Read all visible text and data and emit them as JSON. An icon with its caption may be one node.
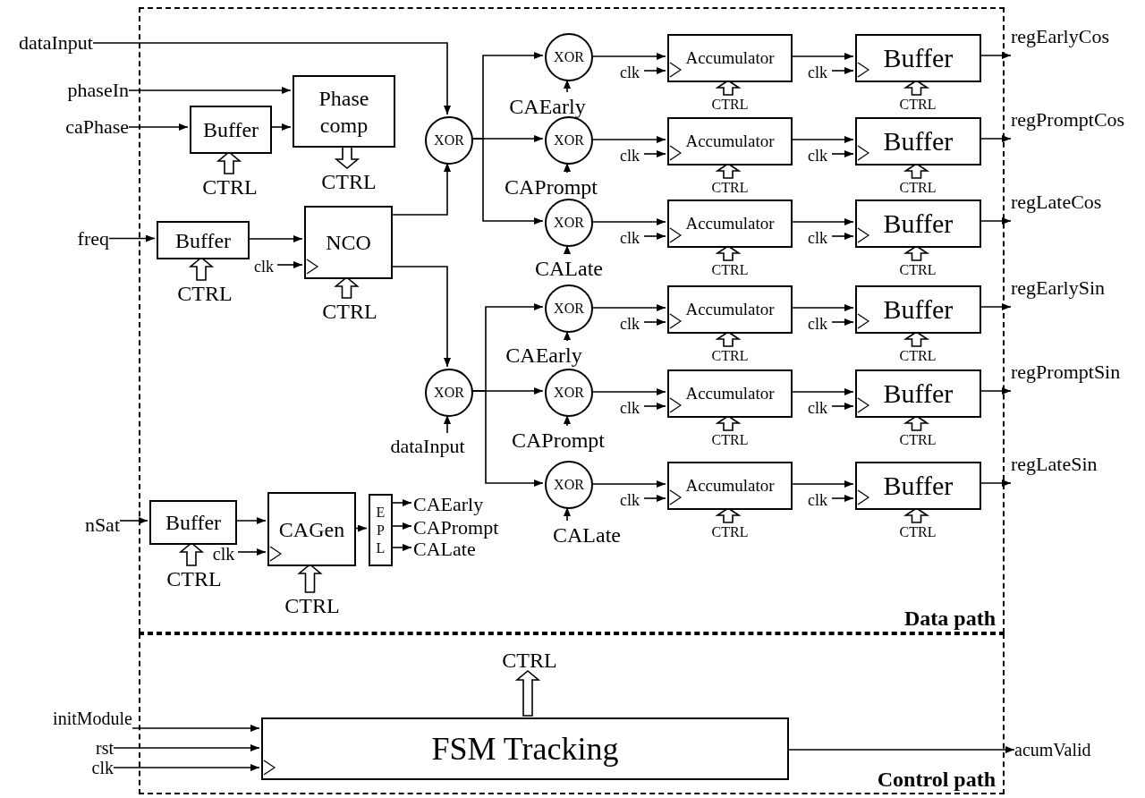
{
  "diagram": {
    "nodes": [
      {
        "text": [
          "Data path"
        ]
      },
      {
        "text": [
          "dataInput"
        ]
      },
      {
        "text": [
          "phaseIn"
        ]
      },
      {
        "text": [
          "caPhase"
        ]
      },
      {
        "text": [
          "Buffer"
        ],
        "in": 0
      },
      {
        "text": [
          "Phase comp"
        ],
        "in": 0
      },
      {
        "text": [
          "CTRL"
        ],
        "in": 0
      },
      {
        "text": [
          "CTRL"
        ],
        "in": 0
      },
      {
        "text": [
          "freq"
        ]
      },
      {
        "text": [
          "Buffer"
        ],
        "in": 0
      },
      {
        "text": [
          "NCO"
        ],
        "in": 0
      },
      {
        "text": [
          "clk"
        ],
        "in": 0
      },
      {
        "text": [
          "CTRL"
        ],
        "in": 0
      },
      {
        "text": [
          "CTRL"
        ],
        "in": 0
      },
      {
        "text": [
          "XOR"
        ],
        "in": 0
      },
      {
        "text": [
          "XOR"
        ],
        "in": 0
      },
      {
        "text": [
          "CAEarly"
        ],
        "in": 0
      },
      {
        "text": [
          "Accumulator"
        ],
        "in": 0
      },
      {
        "text": [
          "clk"
        ],
        "in": 0
      },
      {
        "text": [
          "CTRL"
        ],
        "in": 0
      },
      {
        "text": [
          "Buffer"
        ],
        "in": 0
      },
      {
        "text": [
          "clk"
        ],
        "in": 0
      },
      {
        "text": [
          "CTRL"
        ],
        "in": 0
      },
      {
        "text": [
          "regEarlyCos"
        ]
      },
      {
        "text": [
          "XOR"
        ],
        "in": 0
      },
      {
        "text": [
          "CAPrompt"
        ],
        "in": 0
      },
      {
        "text": [
          "Accumulator"
        ],
        "in": 0
      },
      {
        "text": [
          "clk"
        ],
        "in": 0
      },
      {
        "text": [
          "CTRL"
        ],
        "in": 0
      },
      {
        "text": [
          "Buffer"
        ],
        "in": 0
      },
      {
        "text": [
          "clk"
        ],
        "in": 0
      },
      {
        "text": [
          "CTRL"
        ],
        "in": 0
      },
      {
        "text": [
          "regPromptCos"
        ]
      },
      {
        "text": [
          "XOR"
        ],
        "in": 0
      },
      {
        "text": [
          "CALate"
        ],
        "in": 0
      },
      {
        "text": [
          "Accumulator"
        ],
        "in": 0
      },
      {
        "text": [
          "clk"
        ],
        "in": 0
      },
      {
        "text": [
          "CTRL"
        ],
        "in": 0
      },
      {
        "text": [
          "Buffer"
        ],
        "in": 0
      },
      {
        "text": [
          "clk"
        ],
        "in": 0
      },
      {
        "text": [
          "CTRL"
        ],
        "in": 0
      },
      {
        "text": [
          "regLateCos"
        ]
      },
      {
        "text": [
          "XOR"
        ],
        "in": 0
      },
      {
        "text": [
          "dataInput"
        ],
        "in": 0
      },
      {
        "text": [
          "XOR"
        ],
        "in": 0
      },
      {
        "text": [
          "CAEarly"
        ],
        "in": 0
      },
      {
        "text": [
          "Accumulator"
        ],
        "in": 0
      },
      {
        "text": [
          "clk"
        ],
        "in": 0
      },
      {
        "text": [
          "CTRL"
        ],
        "in": 0
      },
      {
        "text": [
          "Buffer"
        ],
        "in": 0
      },
      {
        "text": [
          "clk"
        ],
        "in": 0
      },
      {
        "text": [
          "CTRL"
        ],
        "in": 0
      },
      {
        "text": [
          "regEarlySin"
        ]
      },
      {
        "text": [
          "XOR"
        ],
        "in": 0
      },
      {
        "text": [
          "CAPrompt"
        ],
        "in": 0
      },
      {
        "text": [
          "Accumulator"
        ],
        "in": 0
      },
      {
        "text": [
          "clk"
        ],
        "in": 0
      },
      {
        "text": [
          "CTRL"
        ],
        "in": 0
      },
      {
        "text": [
          "Buffer"
        ],
        "in": 0
      },
      {
        "text": [
          "clk"
        ],
        "in": 0
      },
      {
        "text": [
          "CTRL"
        ],
        "in": 0
      },
      {
        "text": [
          "regPromptSin"
        ]
      },
      {
        "text": [
          "XOR"
        ],
        "in": 0
      },
      {
        "text": [
          "CALate"
        ],
        "in": 0
      },
      {
        "text": [
          "Accumulator"
        ],
        "in": 0
      },
      {
        "text": [
          "clk"
        ],
        "in": 0
      },
      {
        "text": [
          "CTRL"
        ],
        "in": 0
      },
      {
        "text": [
          "Buffer"
        ],
        "in": 0
      },
      {
        "text": [
          "clk"
        ],
        "in": 0
      },
      {
        "text": [
          "CTRL"
        ],
        "in": 0
      },
      {
        "text": [
          "regLateSin"
        ]
      },
      {
        "text": [
          "nSat"
        ]
      },
      {
        "text": [
          "Buffer"
        ],
        "in": 0
      },
      {
        "text": [
          "CAGen"
        ],
        "in": 0
      },
      {
        "text": [
          "clk"
        ],
        "in": 0
      },
      {
        "text": [
          "CTRL"
        ],
        "in": 0
      },
      {
        "text": [
          "CTRL"
        ],
        "in": 0
      },
      {
        "text": [
          "E P L"
        ],
        "in": 0
      },
      {
        "text": [
          "CAEarly"
        ],
        "in": 0
      },
      {
        "text": [
          "CAPrompt"
        ],
        "in": 0
      },
      {
        "text": [
          "CALate"
        ],
        "in": 0
      },
      {
        "text": [
          "Control path"
        ]
      },
      {
        "text": [
          "CTRL"
        ],
        "in": 81
      },
      {
        "text": [
          "initModule"
        ]
      },
      {
        "text": [
          "rst"
        ]
      },
      {
        "text": [
          "clk"
        ]
      },
      {
        "text": [
          "FSM Tracking"
        ],
        "in": 81
      },
      {
        "text": [
          "acumValid"
        ]
      }
    ],
    "edges": [
      {
        "from": 1,
        "to": 14,
        "arrow": "to"
      },
      {
        "from": 2,
        "to": 5,
        "arrow": "to"
      },
      {
        "from": 3,
        "to": 4,
        "arrow": "to"
      },
      {
        "from": 4,
        "to": 5,
        "arrow": "to"
      },
      {
        "from": 6,
        "to": 4,
        "arrow": "to",
        "style": "thick"
      },
      {
        "from": 5,
        "to": 7,
        "arrow": "to",
        "style": "thick"
      },
      {
        "from": 8,
        "to": 9,
        "arrow": "to"
      },
      {
        "from": 9,
        "to": 10,
        "arrow": "to"
      },
      {
        "from": 11,
        "to": 10,
        "arrow": "to"
      },
      {
        "from": 12,
        "to": 9,
        "arrow": "to",
        "style": "thick"
      },
      {
        "from": 13,
        "to": 10,
        "arrow": "to",
        "style": "thick"
      },
      {
        "from": 10,
        "to": 14,
        "arrow": "to"
      },
      {
        "from": 10,
        "to": 42,
        "arrow": "to"
      },
      {
        "from": 14,
        "to": 15,
        "arrow": "to"
      },
      {
        "from": 14,
        "to": 24,
        "arrow": "to"
      },
      {
        "from": 14,
        "to": 33,
        "arrow": "to"
      },
      {
        "from": 16,
        "to": 15,
        "arrow": "to"
      },
      {
        "from": 15,
        "to": 17,
        "arrow": "to"
      },
      {
        "from": 18,
        "to": 17,
        "arrow": "to"
      },
      {
        "from": 19,
        "to": 17,
        "arrow": "to",
        "style": "thick"
      },
      {
        "from": 17,
        "to": 20,
        "arrow": "to"
      },
      {
        "from": 21,
        "to": 20,
        "arrow": "to"
      },
      {
        "from": 22,
        "to": 20,
        "arrow": "to",
        "style": "thick"
      },
      {
        "from": 20,
        "to": 23,
        "arrow": "to"
      },
      {
        "from": 25,
        "to": 24,
        "arrow": "to"
      },
      {
        "from": 24,
        "to": 26,
        "arrow": "to"
      },
      {
        "from": 27,
        "to": 26,
        "arrow": "to"
      },
      {
        "from": 28,
        "to": 26,
        "arrow": "to",
        "style": "thick"
      },
      {
        "from": 26,
        "to": 29,
        "arrow": "to"
      },
      {
        "from": 30,
        "to": 29,
        "arrow": "to"
      },
      {
        "from": 31,
        "to": 29,
        "arrow": "to",
        "style": "thick"
      },
      {
        "from": 29,
        "to": 32,
        "arrow": "to"
      },
      {
        "from": 34,
        "to": 33,
        "arrow": "to"
      },
      {
        "from": 33,
        "to": 35,
        "arrow": "to"
      },
      {
        "from": 36,
        "to": 35,
        "arrow": "to"
      },
      {
        "from": 37,
        "to": 35,
        "arrow": "to",
        "style": "thick"
      },
      {
        "from": 35,
        "to": 38,
        "arrow": "to"
      },
      {
        "from": 39,
        "to": 38,
        "arrow": "to"
      },
      {
        "from": 40,
        "to": 38,
        "arrow": "to",
        "style": "thick"
      },
      {
        "from": 38,
        "to": 41,
        "arrow": "to"
      },
      {
        "from": 43,
        "to": 42,
        "arrow": "to"
      },
      {
        "from": 42,
        "to": 44,
        "arrow": "to"
      },
      {
        "from": 42,
        "to": 53,
        "arrow": "to"
      },
      {
        "from": 42,
        "to": 62,
        "arrow": "to"
      },
      {
        "from": 45,
        "to": 44,
        "arrow": "to"
      },
      {
        "from": 44,
        "to": 46,
        "arrow": "to"
      },
      {
        "from": 47,
        "to": 46,
        "arrow": "to"
      },
      {
        "from": 48,
        "to": 46,
        "arrow": "to",
        "style": "thick"
      },
      {
        "from": 46,
        "to": 49,
        "arrow": "to"
      },
      {
        "from": 50,
        "to": 49,
        "arrow": "to"
      },
      {
        "from": 51,
        "to": 49,
        "arrow": "to",
        "style": "thick"
      },
      {
        "from": 49,
        "to": 52,
        "arrow": "to"
      },
      {
        "from": 54,
        "to": 53,
        "arrow": "to"
      },
      {
        "from": 53,
        "to": 55,
        "arrow": "to"
      },
      {
        "from": 56,
        "to": 55,
        "arrow": "to"
      },
      {
        "from": 57,
        "to": 55,
        "arrow": "to",
        "style": "thick"
      },
      {
        "from": 55,
        "to": 58,
        "arrow": "to"
      },
      {
        "from": 59,
        "to": 58,
        "arrow": "to"
      },
      {
        "from": 60,
        "to": 58,
        "arrow": "to",
        "style": "thick"
      },
      {
        "from": 58,
        "to": 61,
        "arrow": "to"
      },
      {
        "from": 63,
        "to": 62,
        "arrow": "to"
      },
      {
        "from": 62,
        "to": 64,
        "arrow": "to"
      },
      {
        "from": 65,
        "to": 64,
        "arrow": "to"
      },
      {
        "from": 66,
        "to": 64,
        "arrow": "to",
        "style": "thick"
      },
      {
        "from": 64,
        "to": 67,
        "arrow": "to"
      },
      {
        "from": 68,
        "to": 67,
        "arrow": "to"
      },
      {
        "from": 69,
        "to": 67,
        "arrow": "to",
        "style": "thick"
      },
      {
        "from": 67,
        "to": 70,
        "arrow": "to"
      },
      {
        "from": 71,
        "to": 72,
        "arrow": "to"
      },
      {
        "from": 72,
        "to": 73,
        "arrow": "to"
      },
      {
        "from": 74,
        "to": 73,
        "arrow": "to"
      },
      {
        "from": 75,
        "to": 72,
        "arrow": "to",
        "style": "thick"
      },
      {
        "from": 76,
        "to": 73,
        "arrow": "to",
        "style": "thick"
      },
      {
        "from": 73,
        "to": 77,
        "arrow": "to"
      },
      {
        "from": 77,
        "to": 78,
        "arrow": "to"
      },
      {
        "from": 77,
        "to": 79,
        "arrow": "to"
      },
      {
        "from": 77,
        "to": 80,
        "arrow": "to"
      },
      {
        "from": 83,
        "to": 86,
        "arrow": "to"
      },
      {
        "from": 84,
        "to": 86,
        "arrow": "to"
      },
      {
        "from": 85,
        "to": 86,
        "arrow": "to"
      },
      {
        "from": 86,
        "to": 82,
        "arrow": "to",
        "style": "thick"
      },
      {
        "from": 86,
        "to": 87,
        "arrow": "to"
      }
    ]
  }
}
